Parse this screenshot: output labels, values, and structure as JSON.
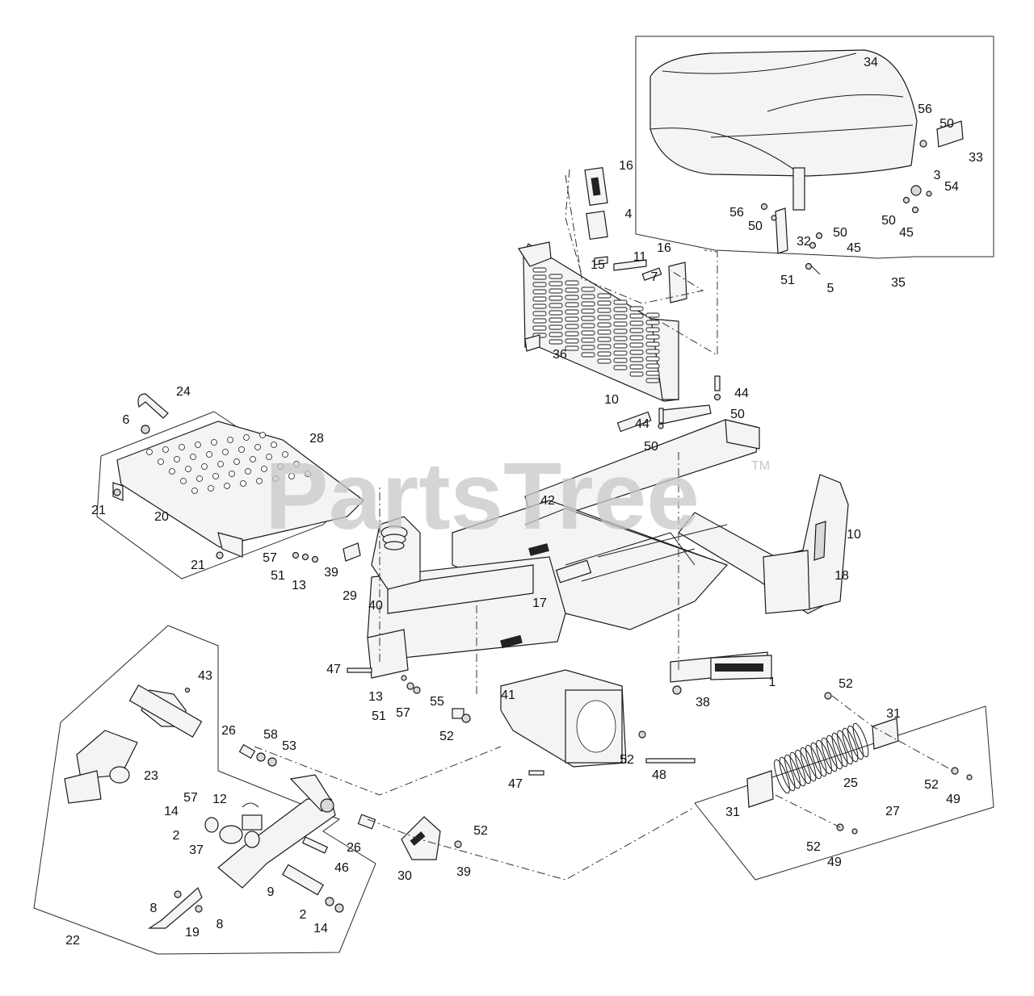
{
  "watermark": {
    "text": "PartsTree",
    "trademark": "TM"
  },
  "callouts": [
    "1",
    "2",
    "3",
    "4",
    "5",
    "6",
    "7",
    "8",
    "9",
    "10",
    "11",
    "12",
    "13",
    "14",
    "15",
    "16",
    "17",
    "18",
    "19",
    "20",
    "21",
    "22",
    "23",
    "24",
    "25",
    "26",
    "27",
    "28",
    "29",
    "30",
    "31",
    "32",
    "33",
    "34",
    "35",
    "36",
    "37",
    "38",
    "39",
    "40",
    "41",
    "42",
    "43",
    "44",
    "45",
    "46",
    "47",
    "48",
    "49",
    "50",
    "51",
    "52",
    "53",
    "54",
    "55",
    "56",
    "57",
    "58"
  ],
  "colors": {
    "line": "#1a1a1a",
    "part_fill": "#f4f4f4",
    "watermark": "#c8c8c8"
  }
}
